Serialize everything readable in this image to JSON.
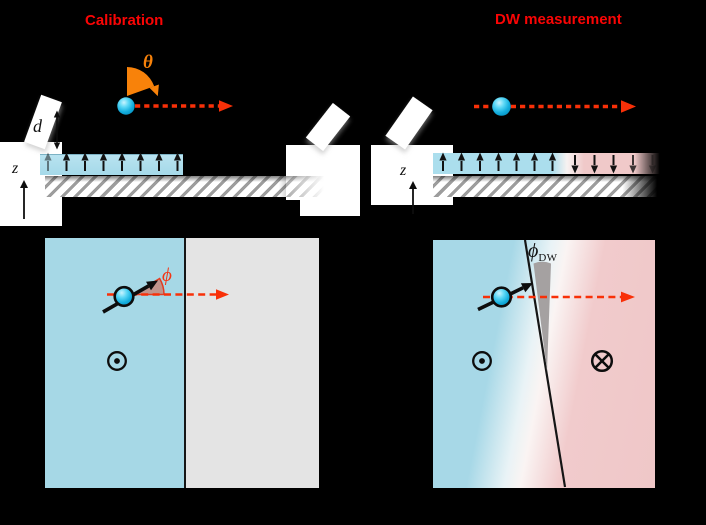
{
  "figure": {
    "left_header": "Calibration",
    "right_header": "DW measurement",
    "calibration_panel": {
      "tilt_angle_label": "θ",
      "standoff_label": "d",
      "z_axis_label": "z",
      "film_magnetization": "up",
      "film_arrow_count": 8
    },
    "dw_panel": {
      "z_axis_label": "z",
      "up_domain_arrow_count": 7,
      "down_domain_arrow_count": 5
    },
    "plan_view_left": {
      "angle_label": "ϕ",
      "out_of_plane_symbol": "circle-dot"
    },
    "plan_view_right": {
      "angle_label_main": "ϕ",
      "angle_label_sub": "DW",
      "out_of_plane_symbol": "circle-dot",
      "into_plane_symbol": "circle-cross"
    },
    "colors": {
      "background": "#000000",
      "header_red": "#fa0505",
      "arrow_red": "#f83008",
      "theta_orange": "#f8820a",
      "film_cyan": "#abdeed",
      "domain_pink": "#f0c9ca",
      "bare_gray": "#e4e4e4",
      "nv_ball_blue": "#2bbfe8",
      "dw_wedge_gray": "#a5a1a1",
      "phi_wedge_fill": "#c1948c"
    }
  }
}
